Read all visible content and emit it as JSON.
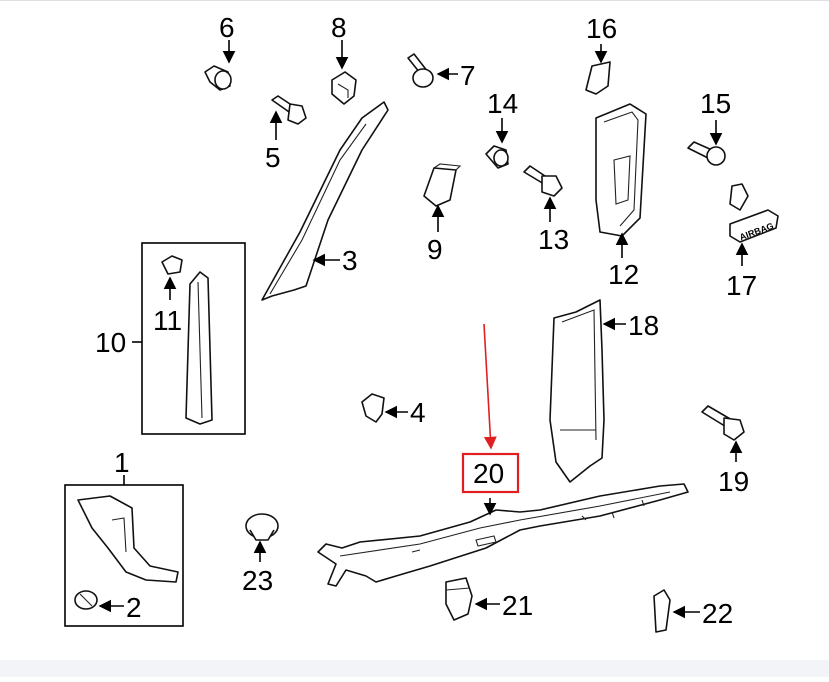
{
  "callouts": {
    "c1": "1",
    "c2": "2",
    "c3": "3",
    "c4": "4",
    "c5": "5",
    "c6": "6",
    "c7": "7",
    "c8": "8",
    "c9": "9",
    "c10": "10",
    "c11": "11",
    "c12": "12",
    "c13": "13",
    "c14": "14",
    "c15": "15",
    "c16": "16",
    "c17": "17",
    "c18": "18",
    "c19": "19",
    "c20": "20",
    "c21": "21",
    "c22": "22",
    "c23": "23"
  },
  "airbag_label": "AIRBAG",
  "highlight_color": "#e02020"
}
